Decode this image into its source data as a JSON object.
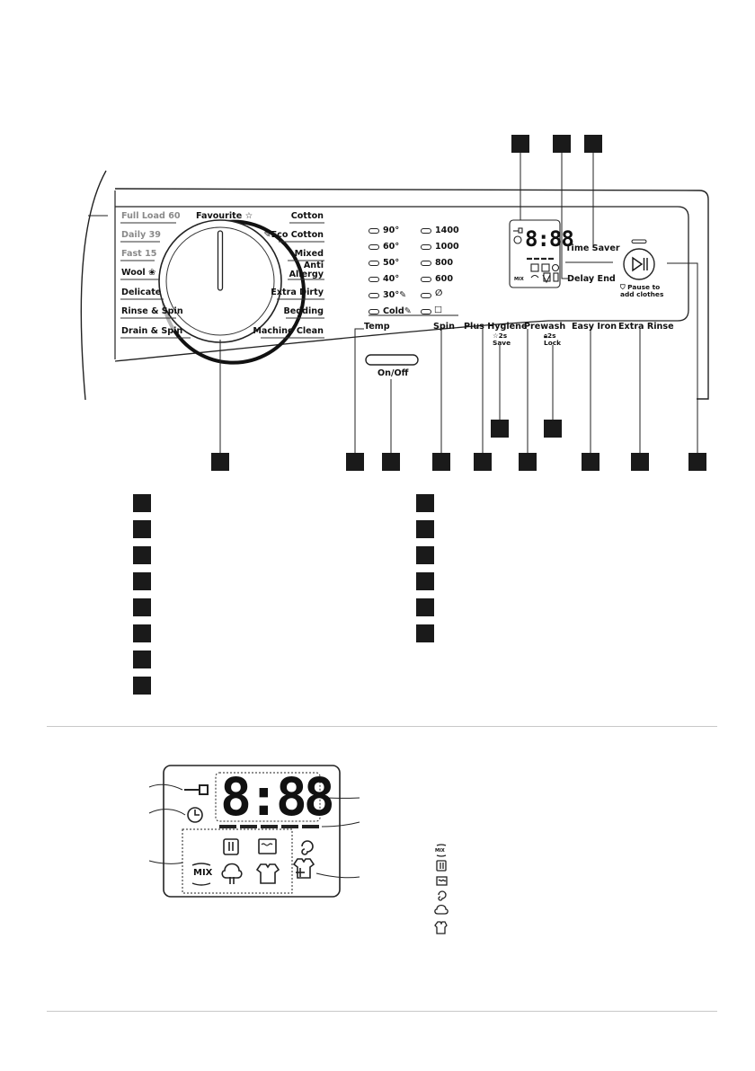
{
  "dial_programs_left": [
    "Full Load 60",
    "Daily 39",
    "Fast 15",
    "Wool",
    "Delicate",
    "Rinse & Spin",
    "Drain & Spin"
  ],
  "dial_program_top": "Favourite ☆",
  "dial_programs_right": [
    "Cotton",
    "Eco Cotton",
    "Mixed",
    "Anti",
    "Allergy",
    "Extra Dirty",
    "Bedding",
    "Machine Clean"
  ],
  "temps": [
    "90°",
    "60°",
    "50°",
    "40°",
    "30°",
    "Cold"
  ],
  "spins": [
    "1400",
    "1000",
    "800",
    "600"
  ],
  "buttons": {
    "temp": "Temp",
    "spin": "Spin",
    "plus_hygiene": "Plus Hygiene",
    "prewash": "Prewash",
    "easy_iron": "Easy Iron",
    "extra_rinse": "Extra Rinse",
    "on_off": "On/Off",
    "time_saver": "Time Saver",
    "delay_end": "Delay End"
  },
  "sub_labels": {
    "save_time": "2s",
    "save": "Save",
    "lock_time": "2s",
    "lock": "Lock"
  },
  "pause_text": [
    "Pause to",
    "add clothes"
  ],
  "display_digits": "8:88",
  "mix_label": "MIX",
  "colors": {
    "ink": "#1a1a1a",
    "grey_text": "#8a8a8a",
    "rule": "#c8c8c8"
  }
}
